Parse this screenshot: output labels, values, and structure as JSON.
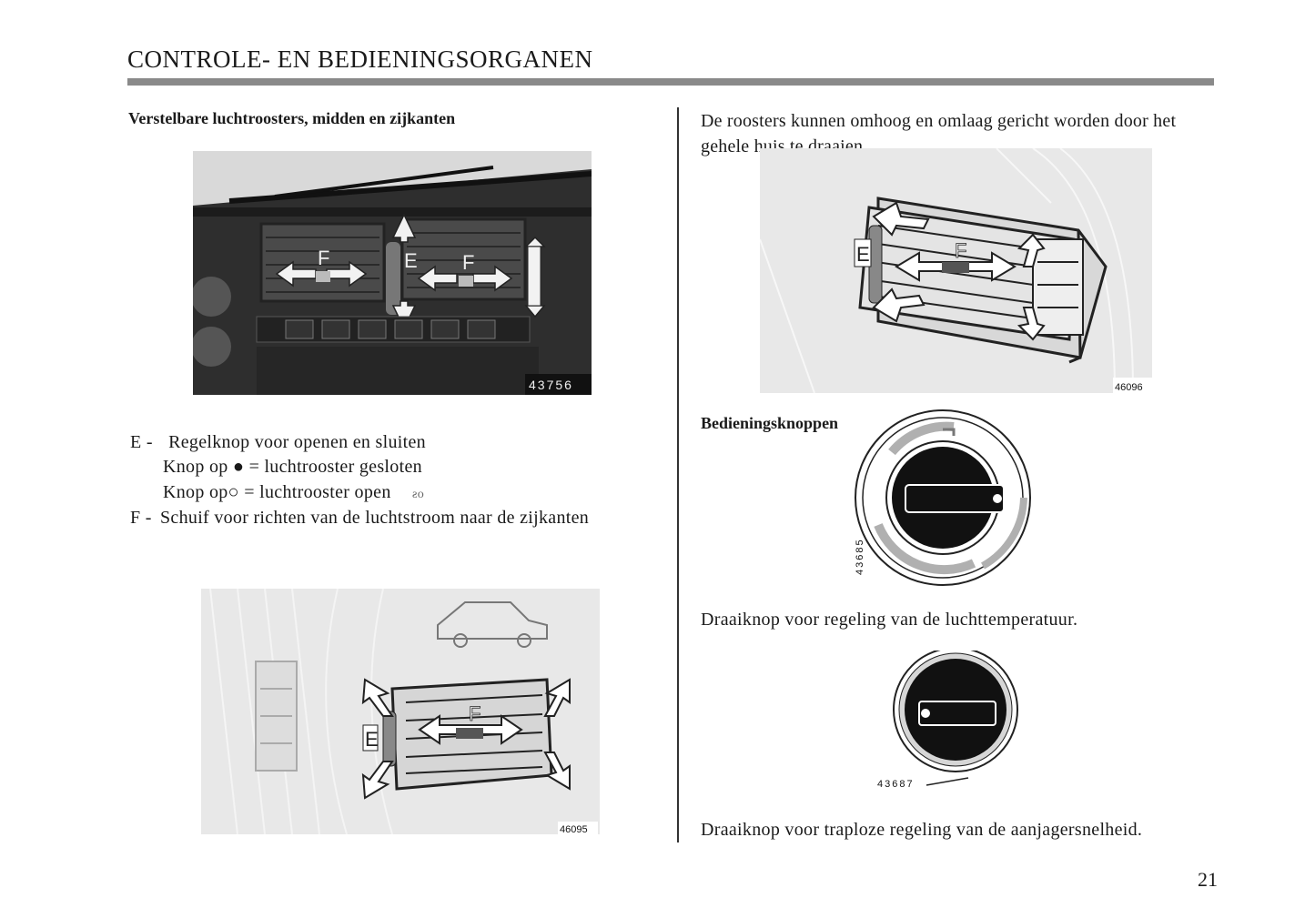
{
  "header": {
    "title": "CONTROLE- EN BEDIENINGSORGANEN"
  },
  "left": {
    "heading": "Verstelbare luchtroosters, midden en zijkanten",
    "figure1": {
      "number": "43756",
      "vent_labels": [
        "F",
        "E",
        "F"
      ]
    },
    "legend": {
      "e_prefix": "E -",
      "e_text": "Regelknop voor openen en sluiten",
      "knop_closed_pre": "Knop op",
      "closed_symbol": "●",
      "knop_closed_post": "= luchtrooster gesloten",
      "knop_open_pre": "Knop op",
      "open_symbol": "○",
      "knop_open_post": "= luchtrooster open",
      "stray_mark": "ƨo",
      "f_prefix": "F -",
      "f_text": "Schuif voor richten van de luchtstroom naar de zijkanten"
    },
    "figure2": {
      "number": "46095",
      "labels": [
        "E",
        "F"
      ]
    }
  },
  "right": {
    "intro": "De roosters kunnen omhoog en omlaag gericht worden door het gehele huis te draaien.",
    "figure3": {
      "number": "46096",
      "labels": [
        "E",
        "F"
      ]
    },
    "knoppen_heading": "Bedieningsknoppen",
    "figure4": {
      "number": "43685"
    },
    "temp_caption": "Draaiknop voor regeling van de luchttemperatuur.",
    "figure5": {
      "number": "43687"
    },
    "fan_caption": "Draaiknop voor traploze regeling van de aanjagersnelheid."
  },
  "footer": {
    "page_number": "21"
  }
}
